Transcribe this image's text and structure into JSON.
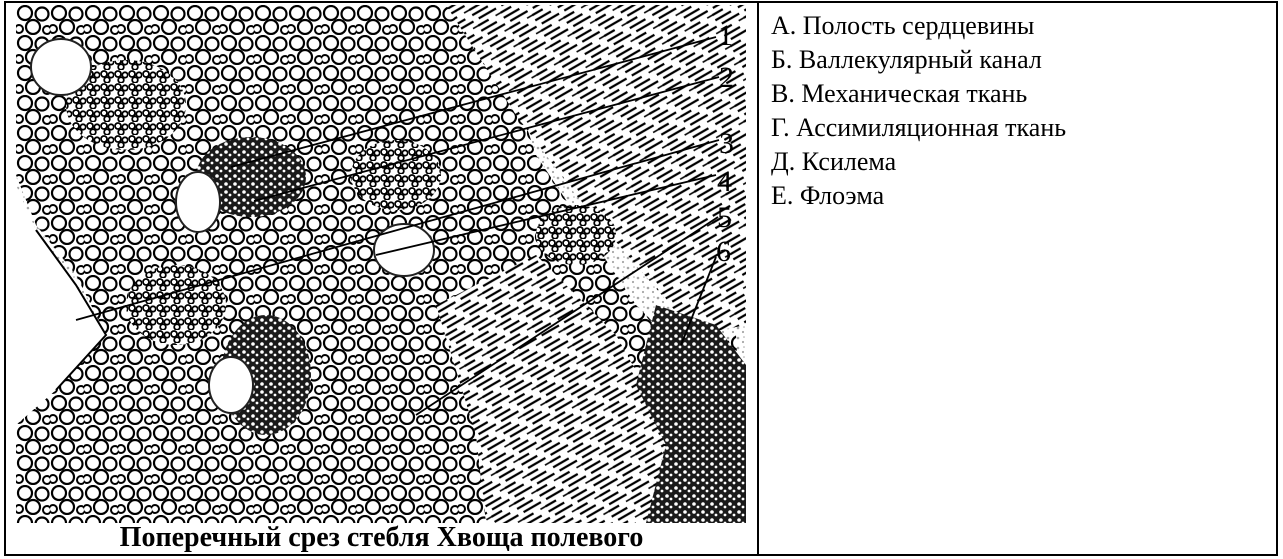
{
  "figure": {
    "caption": "Поперечный срез стебля Хвоща полевого",
    "labels": [
      "1",
      "2",
      "3",
      "4",
      "5",
      "6"
    ]
  },
  "legend": {
    "items": [
      "А. Полость сердцевины",
      "Б. Валлекулярный канал",
      "В. Механическая ткань",
      "Г. Ассимиляционная ткань",
      "Д. Ксилема",
      "Е. Флоэма"
    ]
  }
}
